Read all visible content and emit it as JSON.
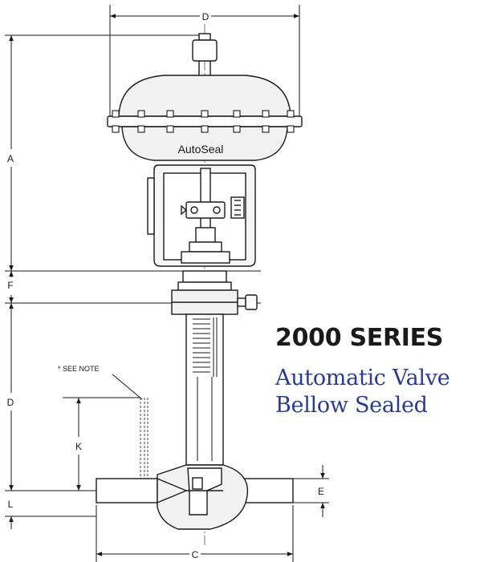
{
  "heading": {
    "series": "2000 SERIES",
    "line1": "Automatic Valve",
    "line2": "Bellow Sealed"
  },
  "diagram": {
    "brand_label": "AutoSeal",
    "note": "* SEE NOTE",
    "dims": {
      "top_width": "D",
      "A": "A",
      "F": "F",
      "D_side": "D",
      "K": "K",
      "L": "L",
      "E": "E",
      "C": "C"
    }
  },
  "colors": {
    "line": "#1a1a1a",
    "accent": "#2b3c8f",
    "body_fill": "#f2f2f2"
  }
}
